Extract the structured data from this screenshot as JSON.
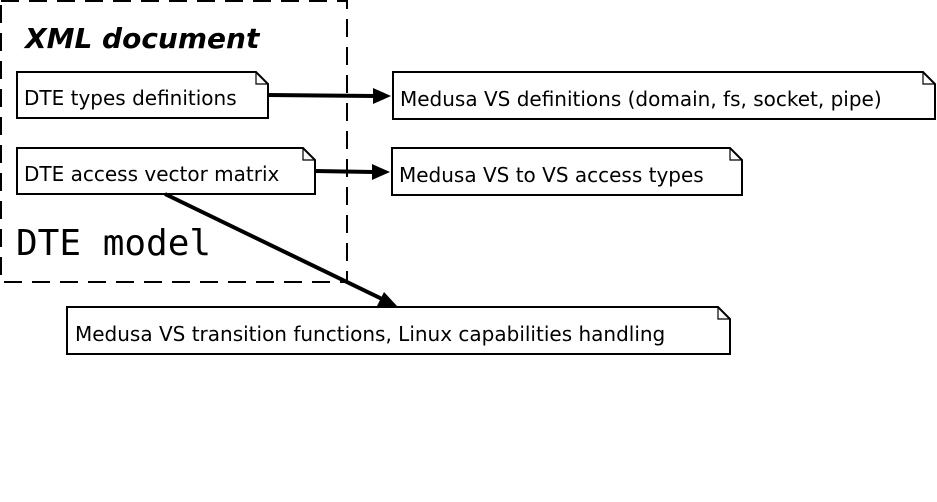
{
  "group": {
    "title": "XML document",
    "model_label": "DTE model"
  },
  "notes": {
    "dte_types": "DTE types definitions",
    "dte_matrix": "DTE access vector matrix",
    "vs_definitions": "Medusa VS definitions (domain, fs, socket, pipe)",
    "vs_access_types": "Medusa VS to VS access types",
    "vs_transitions": "Medusa VS transition functions, Linux capabilities handling"
  },
  "colors": {
    "stroke": "#000000",
    "fill": "#ffffff"
  }
}
